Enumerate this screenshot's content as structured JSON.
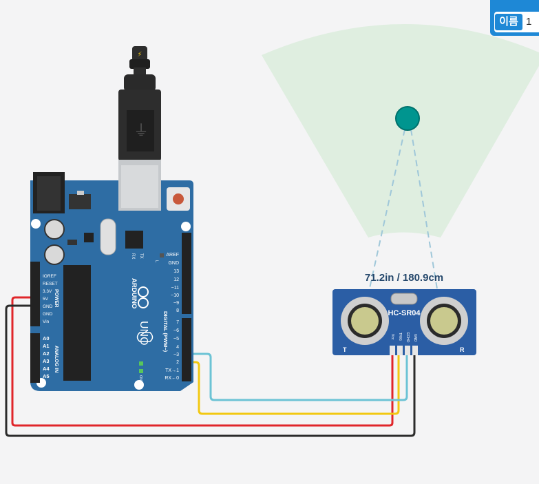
{
  "name_field": {
    "label": "이름",
    "value": "1"
  },
  "sensor": {
    "distance_readout": "71.2in / 180.9cm",
    "model": "HC-SR04",
    "pins": [
      "Vcc",
      "TRIG",
      "ECHO",
      "GND"
    ],
    "side_labels": [
      "T",
      "R"
    ]
  },
  "arduino": {
    "brand": "ARDUINO",
    "model": "UNO",
    "power_header": [
      "IOREF",
      "RESET",
      "3.3V",
      "5V",
      "GND",
      "GND",
      "Vin"
    ],
    "power_title": "POWER",
    "analog_header": [
      "A0",
      "A1",
      "A2",
      "A3",
      "A4",
      "A5"
    ],
    "analog_title": "ANALOG IN",
    "digital_top": [
      "AREF",
      "GND",
      "13",
      "12",
      "~11",
      "~10",
      "~9",
      "8"
    ],
    "digital_bottom": [
      "7",
      "~6",
      "~5",
      "4",
      "~3",
      "2",
      "TX→1",
      "RX←0"
    ],
    "digital_title": "DIGITAL (PWM~)",
    "leds": [
      "L",
      "TX",
      "RX"
    ],
    "on_label": "ON"
  },
  "colors": {
    "board": "#2e6da4",
    "wire_red": "#e0262a",
    "wire_black": "#2b2b2b",
    "wire_yellow": "#f2c811",
    "wire_cyan": "#6cc3d5",
    "object": "#00958f",
    "sensor_area": "#dfeee0"
  }
}
